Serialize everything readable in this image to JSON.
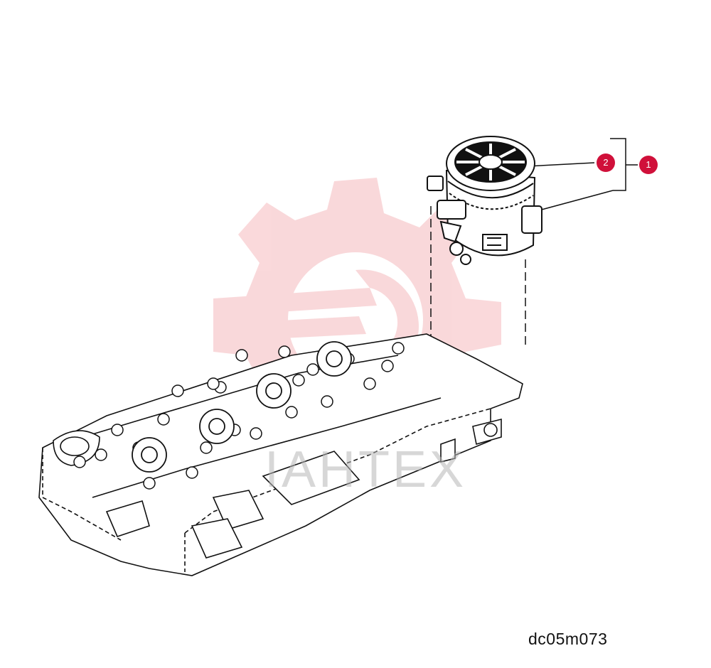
{
  "callouts": [
    {
      "number": "2",
      "color": "#d0103a"
    },
    {
      "number": "1",
      "color": "#d0103a"
    }
  ],
  "drawing_code": "dc05m073",
  "watermark": {
    "text": "IAHTEX",
    "color": "#e6545c"
  },
  "line_color": "#111111"
}
